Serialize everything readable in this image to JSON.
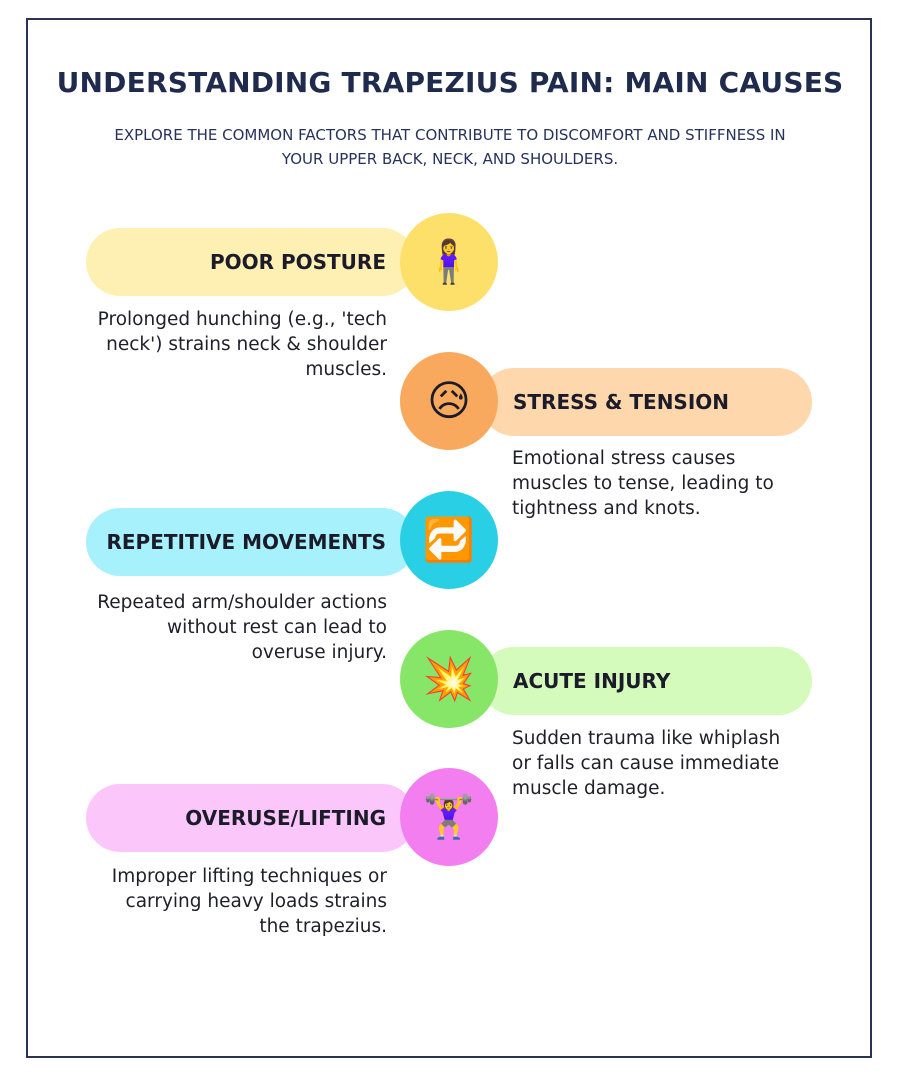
{
  "title": "UNDERSTANDING TRAPEZIUS PAIN: MAIN CAUSES",
  "subtitle": "EXPLORE THE COMMON FACTORS THAT CONTRIBUTE TO DISCOMFORT AND STIFFNESS IN YOUR UPPER BACK, NECK, AND SHOULDERS.",
  "causes": [
    {
      "label": "POOR POSTURE",
      "icon": "🧍‍♀️",
      "icon_name": "standing-woman-icon",
      "description": "Prolonged hunching (e.g., 'tech neck') strains neck & shoulder muscles.",
      "pill_color": "#fdf0b2",
      "circle_color": "#fde06a"
    },
    {
      "label": "STRESS & TENSION",
      "icon": "😥",
      "icon_name": "sad-sweat-face-icon",
      "description": "Emotional stress causes muscles to tense, leading to tightness and knots.",
      "pill_color": "#fed7ad",
      "circle_color": "#f9a95e"
    },
    {
      "label": "REPETITIVE MOVEMENTS",
      "icon": "🔁",
      "icon_name": "repeat-arrows-icon",
      "description": "Repeated arm/shoulder actions without rest can lead to overuse injury.",
      "pill_color": "#a6f1fb",
      "circle_color": "#29d0e5"
    },
    {
      "label": "ACUTE INJURY",
      "icon": "💥",
      "icon_name": "collision-burst-icon",
      "description": "Sudden trauma like whiplash or falls can cause immediate muscle damage.",
      "pill_color": "#d4fbbc",
      "circle_color": "#87e668"
    },
    {
      "label": "OVERUSE/LIFTING",
      "icon": "🏋️‍♀️",
      "icon_name": "weightlifter-icon",
      "description": "Improper lifting techniques or carrying heavy loads strains the trapezius.",
      "pill_color": "#fbc7fb",
      "circle_color": "#f37ef0"
    }
  ]
}
